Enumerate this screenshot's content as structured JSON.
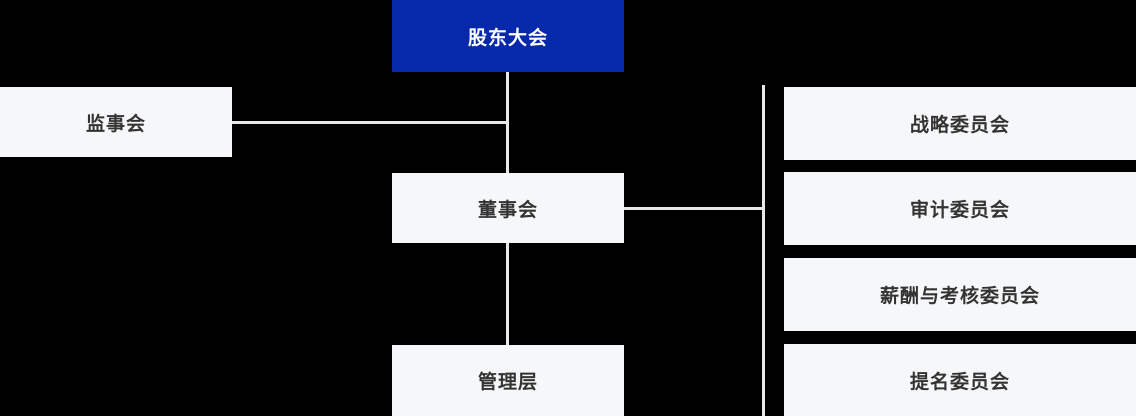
{
  "diagram": {
    "type": "org-chart",
    "title_text": "",
    "colors": {
      "background": "#000000",
      "root_fill": "#0629ab",
      "root_text": "#ffffff",
      "panel_fill": "#f6f7f9",
      "panel_text": "#333333",
      "connector": "#e8e8ea"
    },
    "nodes": {
      "shareholders": {
        "label": "股东大会"
      },
      "supervisors": {
        "label": "监事会"
      },
      "board": {
        "label": "董事会"
      },
      "management": {
        "label": "管理层"
      }
    },
    "committees": [
      {
        "label": "战略委员会"
      },
      {
        "label": "审计委员会"
      },
      {
        "label": "薪酬与考核委员会"
      },
      {
        "label": "提名委员会"
      }
    ],
    "connections": [
      {
        "from": "shareholders",
        "to": "board"
      },
      {
        "from": "shareholders",
        "to": "supervisors"
      },
      {
        "from": "board",
        "to": "management"
      },
      {
        "from": "board",
        "to": "committees"
      }
    ]
  }
}
